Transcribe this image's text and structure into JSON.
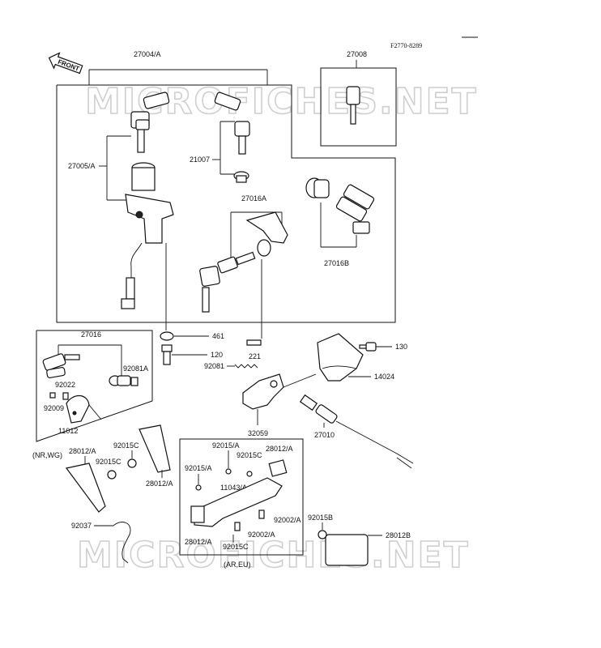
{
  "ref_code": "F2770-8289",
  "front_label": "FRONT",
  "watermark": "MICROFICHES.NET",
  "labels": {
    "p27004A": "27004/A",
    "p27008": "27008",
    "p27005A": "27005/A",
    "p21007": "21007",
    "p27016A": "27016A",
    "p27016B": "27016B",
    "p461": "461",
    "p120": "120",
    "p221": "221",
    "p130": "130",
    "p14024": "14024",
    "p92081": "92081",
    "p27016": "27016",
    "p92081A": "92081A",
    "p92022": "92022",
    "p92009": "92009",
    "p11012": "11012",
    "nrwg": "(NR,WG)",
    "p32059": "32059",
    "p27010": "27010",
    "p28012A_left": "28012/A",
    "p92015C_a": "92015C",
    "p92015C_b": "92015C",
    "p28012A_mid": "28012/A",
    "p92015A_top": "92015/A",
    "p28012A_right": "28012/A",
    "p92015C_c": "92015C",
    "p92015A_left": "92015/A",
    "p11043A": "11043/A",
    "p92002A_a": "92002/A",
    "p92002A_b": "92002/A",
    "p92037": "92037",
    "p28012A_bottom": "28012/A",
    "p92015C_d": "92015C",
    "areu": "(AR,EU)",
    "p92015B": "92015B",
    "p28012B": "28012B"
  }
}
